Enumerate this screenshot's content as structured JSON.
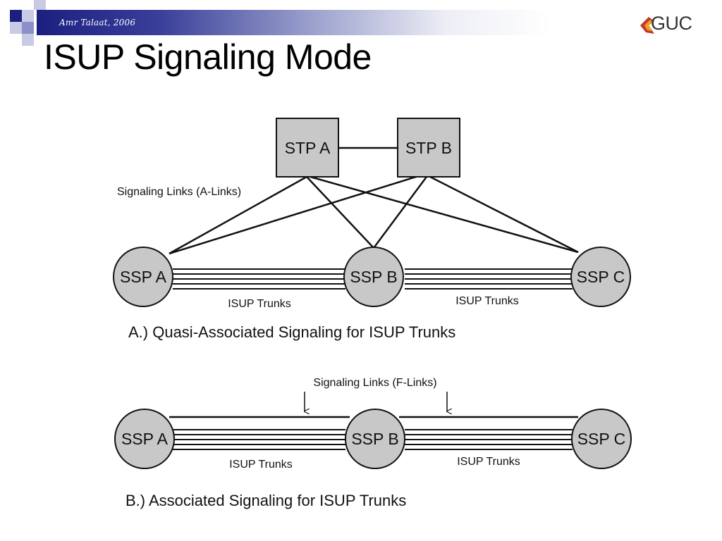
{
  "slide": {
    "author": "Amr Talaat, 2006",
    "title": "ISUP Signaling Mode",
    "logo_text": "GUC"
  },
  "diagram_a": {
    "stp_a": "STP A",
    "stp_b": "STP B",
    "link_label": "Signaling Links (A-Links)",
    "ssp_a": "SSP A",
    "ssp_b": "SSP B",
    "ssp_c": "SSP C",
    "trunks_left": "ISUP Trunks",
    "trunks_right": "ISUP Trunks",
    "caption": "A.) Quasi-Associated Signaling for ISUP Trunks"
  },
  "diagram_b": {
    "link_label": "Signaling Links (F-Links)",
    "ssp_a": "SSP A",
    "ssp_b": "SSP B",
    "ssp_c": "SSP C",
    "trunks_left": "ISUP Trunks",
    "trunks_right": "ISUP Trunks",
    "caption": "B.) Associated Signaling for ISUP Trunks"
  },
  "colors": {
    "accent": "#1b1f80",
    "node_fill": "#c8c8c8"
  }
}
